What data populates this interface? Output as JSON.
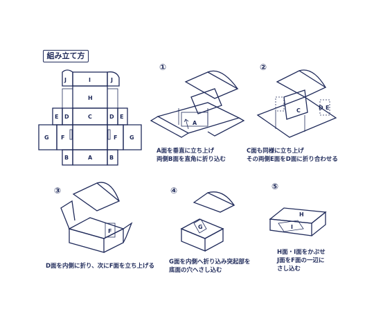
{
  "title": "組み立て方",
  "steps": [
    {
      "num": "①",
      "caption": [
        "A面を垂直に立ち上げ",
        "両側B面を直角に折り込む"
      ]
    },
    {
      "num": "②",
      "caption": [
        "C面も同様に立ち上げ",
        "その両側E面をD面に折り合わせる"
      ]
    },
    {
      "num": "③",
      "caption": [
        "D面を内側に折り、次にF面を立ち上げる"
      ]
    },
    {
      "num": "④",
      "caption": [
        "G面を内側へ折り込み突起部を",
        "底面の穴へさし込む"
      ]
    },
    {
      "num": "⑤",
      "caption": [
        "H面・I面をかぶせ",
        "J面をF面の一辺に",
        "さし込む"
      ]
    }
  ],
  "panel_labels": {
    "J": "J",
    "I": "I",
    "H": "H",
    "C": "C",
    "D": "D",
    "E": "E",
    "G": "G",
    "F": "F",
    "B": "B",
    "A": "A"
  },
  "colors": {
    "ink": "#1f2a5a"
  }
}
